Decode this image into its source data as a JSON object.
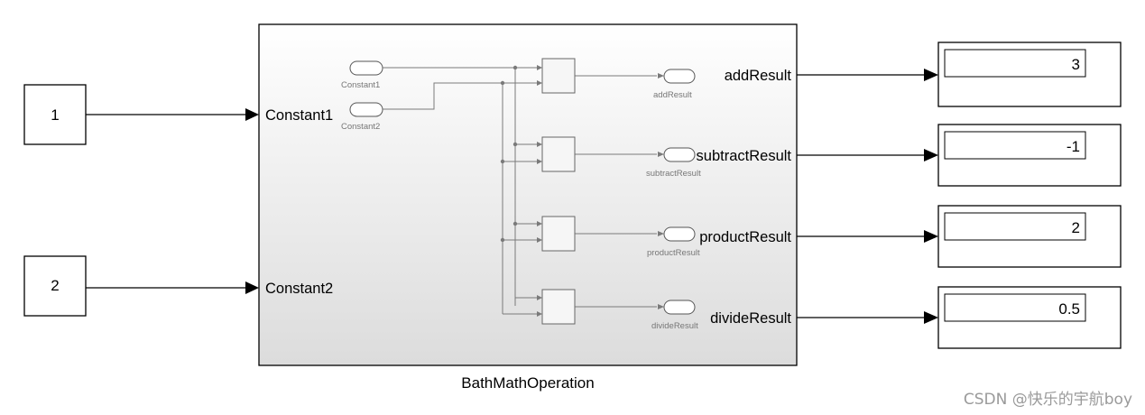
{
  "inputs": [
    {
      "label": "1"
    },
    {
      "label": "2"
    }
  ],
  "subsystem": {
    "name": "BathMathOperation",
    "in_ports": [
      "Constant1",
      "Constant2"
    ],
    "out_ports": [
      "addResult",
      "subtractResult",
      "productResult",
      "divideResult"
    ],
    "inner_in_labels": [
      "Constant1",
      "Constant2"
    ],
    "inner_out_labels": [
      "addResult",
      "subtractResult",
      "productResult",
      "divideResult"
    ]
  },
  "displays": [
    {
      "value": "3"
    },
    {
      "value": "-1"
    },
    {
      "value": "2"
    },
    {
      "value": "0.5"
    }
  ],
  "watermark": "CSDN @快乐的宇航boy",
  "colors": {
    "line": "#000000",
    "inner_line": "#7a7a7a",
    "subsystem_top": "#ffffff",
    "subsystem_bottom": "#dcdcdc"
  }
}
